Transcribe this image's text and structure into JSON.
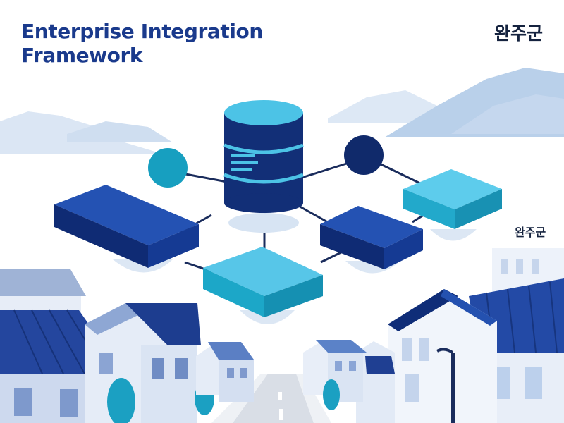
{
  "header": {
    "title_line1": "Enterprise Integration",
    "title_line2": "Framework",
    "region_label": "완주군"
  },
  "side_label": {
    "region_label": "완주군"
  },
  "colors": {
    "title": "#1a3a8c",
    "navy": "#102a6b",
    "blue": "#1f4fb0",
    "cyan": "#4cc3e6",
    "teal": "#179fc0",
    "sky": "#c9dcef",
    "house_light": "#dfe8f5"
  }
}
